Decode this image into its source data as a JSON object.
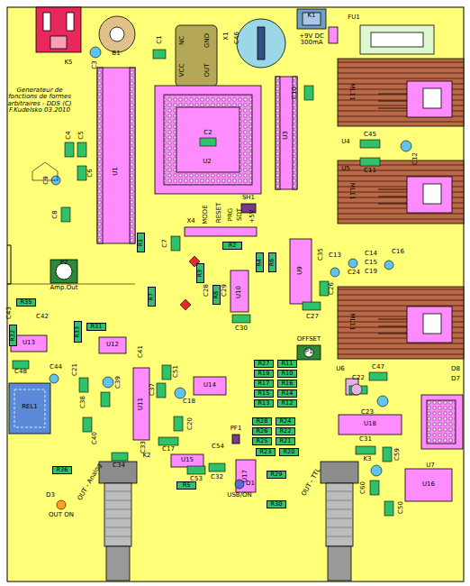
{
  "diagram": {
    "nodes": [
      {
        "text": [
          "R35"
        ]
      },
      {
        "text": [
          "R32"
        ]
      },
      {
        "text": [
          "R33"
        ]
      },
      {
        "text": [
          "R31"
        ]
      },
      {
        "text": [
          "R1"
        ]
      },
      {
        "text": [
          "R2"
        ]
      },
      {
        "text": [
          "R3"
        ]
      },
      {
        "text": [
          "R4"
        ]
      },
      {
        "text": [
          "R6"
        ]
      },
      {
        "text": [
          "R7"
        ]
      },
      {
        "text": [
          "R8"
        ]
      },
      {
        "text": [
          "R27"
        ]
      },
      {
        "text": [
          "R19"
        ]
      },
      {
        "text": [
          "R17"
        ]
      },
      {
        "text": [
          "R15"
        ]
      },
      {
        "text": [
          "R13"
        ]
      },
      {
        "text": [
          "R11"
        ]
      },
      {
        "text": [
          "R10"
        ]
      },
      {
        "text": [
          "R16"
        ]
      },
      {
        "text": [
          "R14"
        ]
      },
      {
        "text": [
          "R12"
        ]
      },
      {
        "text": [
          "R28"
        ]
      },
      {
        "text": [
          "R26"
        ]
      },
      {
        "text": [
          "R25"
        ]
      },
      {
        "text": [
          "R24"
        ]
      },
      {
        "text": [
          "R22"
        ]
      },
      {
        "text": [
          "R21"
        ]
      },
      {
        "text": [
          "R23"
        ]
      },
      {
        "text": [
          "R20"
        ]
      },
      {
        "text": [
          "R29"
        ]
      },
      {
        "text": [
          "R30"
        ]
      },
      {
        "text": [
          "R36"
        ]
      },
      {
        "text": [
          "R5"
        ]
      }
    ],
    "labels": [
      "Generateur de fonctions de formes arbitraires - DDS (C) F.Kudelsko 03.2010",
      "K5",
      "B1",
      "C3",
      "C1",
      "NC",
      "VCC",
      "GND",
      "OUT",
      "X1",
      "C46",
      "K1",
      "+9V DC 300mA",
      "FU1",
      "ML11",
      "U4",
      "C45",
      "U5",
      "C11",
      "C12",
      "ML11",
      "ML11",
      "U6",
      "U1",
      "U3",
      "U2",
      "C2",
      "C4",
      "C5",
      "C6",
      "C8",
      "C9",
      "C10",
      "X4",
      "MODE",
      "RESET",
      "PRG",
      "SDT",
      "+5V",
      "SH1",
      "C7",
      "U9",
      "U10",
      "C30",
      "C28",
      "C26",
      "C27",
      "C35",
      "C13",
      "C14",
      "C15",
      "C16",
      "C19",
      "C24",
      "P1",
      "OFFSET",
      "P2",
      "Amp.Out",
      "C43",
      "C42",
      "U12",
      "U13",
      "C41",
      "C48",
      "C44",
      "REL1",
      "C21",
      "C38",
      "C39",
      "C40",
      "U11",
      "C51",
      "C18",
      "C37",
      "U14",
      "C20",
      "C17",
      "U15",
      "C53",
      "C32",
      "PF1",
      "C54",
      "C33",
      "C34",
      "K2",
      "OUT - Analog",
      "D3",
      "OUT ON",
      "D1",
      "USB/ON",
      "K3",
      "OUT - TTL",
      "U17",
      "C31",
      "C59",
      "C60",
      "C50",
      "U16",
      "U18",
      "C22",
      "C23",
      "D8",
      "D7",
      "U7",
      "C47",
      "C29"
    ]
  }
}
